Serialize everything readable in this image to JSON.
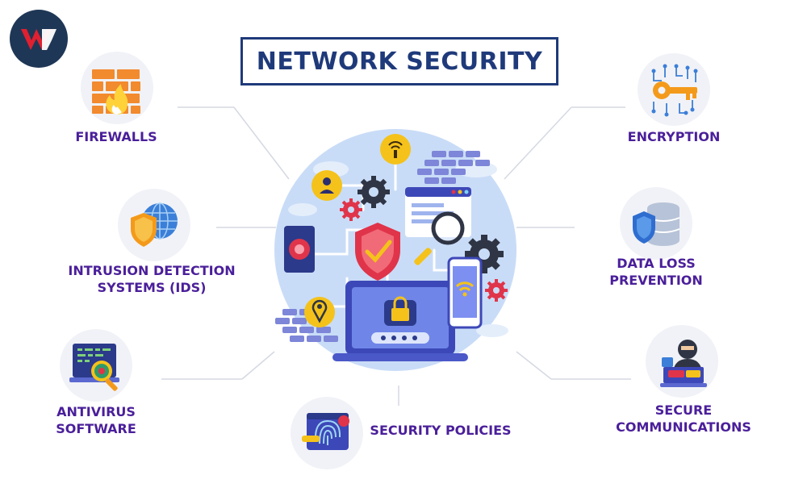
{
  "title": "NETWORK SECURITY",
  "logo": {
    "icon": "w-logo-icon"
  },
  "topics": {
    "firewalls": {
      "label": "FIREWALLS",
      "icon": "firewall-icon"
    },
    "ids": {
      "line1": "INTRUSION DETECTION",
      "line2": "SYSTEMS (IDS)",
      "icon": "shield-globe-icon"
    },
    "antivirus": {
      "line1": "ANTIVIRUS",
      "line2": "SOFTWARE",
      "icon": "malware-scan-icon"
    },
    "policies": {
      "label": "SECURITY POLICIES",
      "icon": "fingerprint-icon"
    },
    "encryption": {
      "label": "ENCRYPTION",
      "icon": "key-circuit-icon"
    },
    "dlp": {
      "line1": "DATA LOSS",
      "line2": "PREVENTION",
      "icon": "database-shield-icon"
    },
    "comms": {
      "line1": "SECURE",
      "line2": "COMMUNICATIONS",
      "icon": "hacker-chat-icon"
    }
  },
  "colors": {
    "title": "#1f3a7a",
    "label": "#4a1f9a",
    "hub": "#c9dcf7",
    "accent": "#f4c21a",
    "danger": "#e0344a"
  }
}
